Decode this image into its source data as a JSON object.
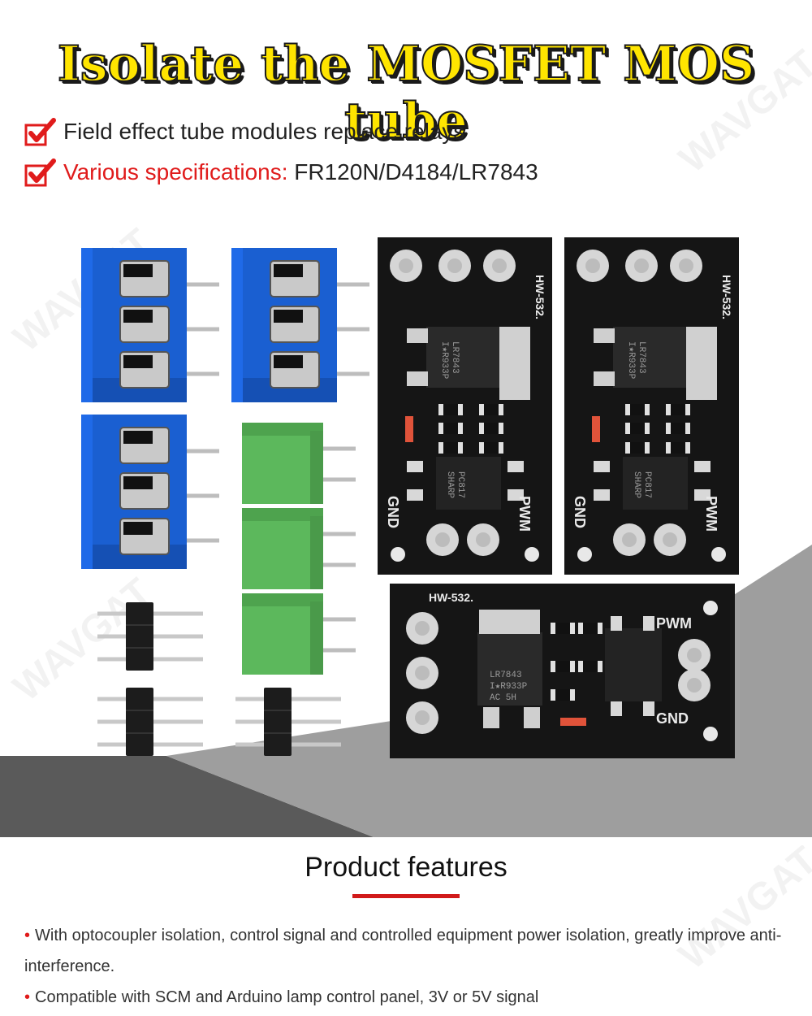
{
  "header": {
    "title": "Isolate the MOSFET MOS tube",
    "line1": "Field effect tube modules replace relays",
    "line2_label": "Various specifications:",
    "line2_value": " FR120N/D4184/LR7843"
  },
  "boards": {
    "model": "HW-532.",
    "chip_main": "LR7843",
    "chip_code": "I★R933P",
    "chip_sub": "AC   5H",
    "opto": "PC817",
    "opto_brand": "SHARP",
    "pin_gnd": "GND",
    "pin_pwm": "PWM"
  },
  "features": {
    "title": "Product features",
    "item1": "With optocoupler isolation, control signal and controlled equipment power isolation, greatly improve anti-interference.",
    "item2": "Compatible with SCM and Arduino lamp control panel, 3V or 5V signal",
    "bullet": "•"
  },
  "watermark": "WAVGAT",
  "colors": {
    "title_yellow": "#ffe500",
    "accent_red": "#e01b1b",
    "terminal_blue": "#1a5fd1",
    "terminal_green": "#5cb85c",
    "pcb_black": "#151515"
  }
}
